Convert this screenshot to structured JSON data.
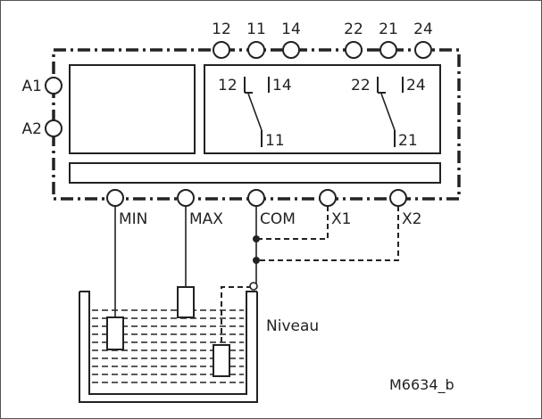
{
  "top_terminals": [
    "12",
    "11",
    "14",
    "22",
    "21",
    "24"
  ],
  "side_terminals": [
    "A1",
    "A2"
  ],
  "contacts": {
    "k1": {
      "nc": "12",
      "no": "14",
      "common": "11"
    },
    "k2": {
      "nc": "22",
      "no": "24",
      "common": "21"
    }
  },
  "bottom_terminals": [
    "MIN",
    "MAX",
    "COM",
    "X1",
    "X2"
  ],
  "tank_label": "Niveau",
  "figure_code": "M6634_b",
  "colors": {
    "line": "#222222",
    "background": "#ffffff",
    "tank_fill": "#ffffff"
  }
}
